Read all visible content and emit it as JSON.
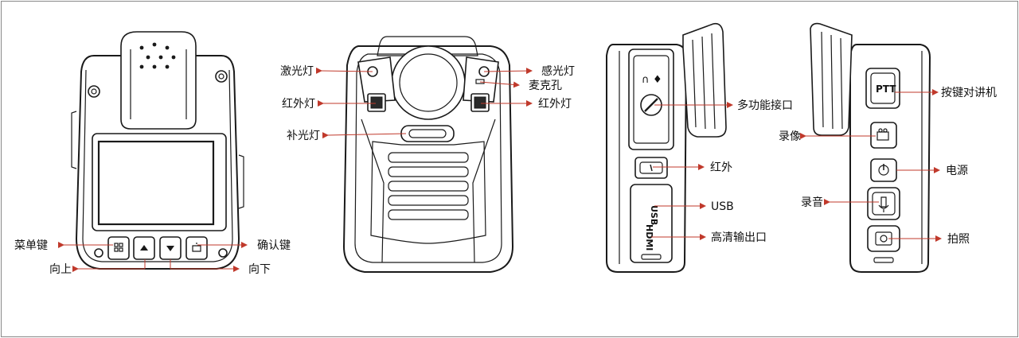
{
  "labels": {
    "menu_key": "菜单键",
    "up": "向上",
    "down": "向下",
    "confirm_key": "确认键",
    "laser_light": "激光灯",
    "infrared_light_left": "红外灯",
    "fill_light": "补光灯",
    "light_sensor": "感光灯",
    "microphone_hole": "麦克孔",
    "infrared_light_right": "红外灯",
    "multi_port": "多功能接口",
    "infrared_key": "红外",
    "usb_port": "USB",
    "hdmi_out": "高清输出口",
    "ptt_key": "按键对讲机",
    "record_video": "录像",
    "power": "电源",
    "record_audio": "录音",
    "photo": "拍照"
  },
  "device_text": {
    "usb": "USB",
    "hdmi": "HDMI",
    "ptt": "PTT"
  }
}
